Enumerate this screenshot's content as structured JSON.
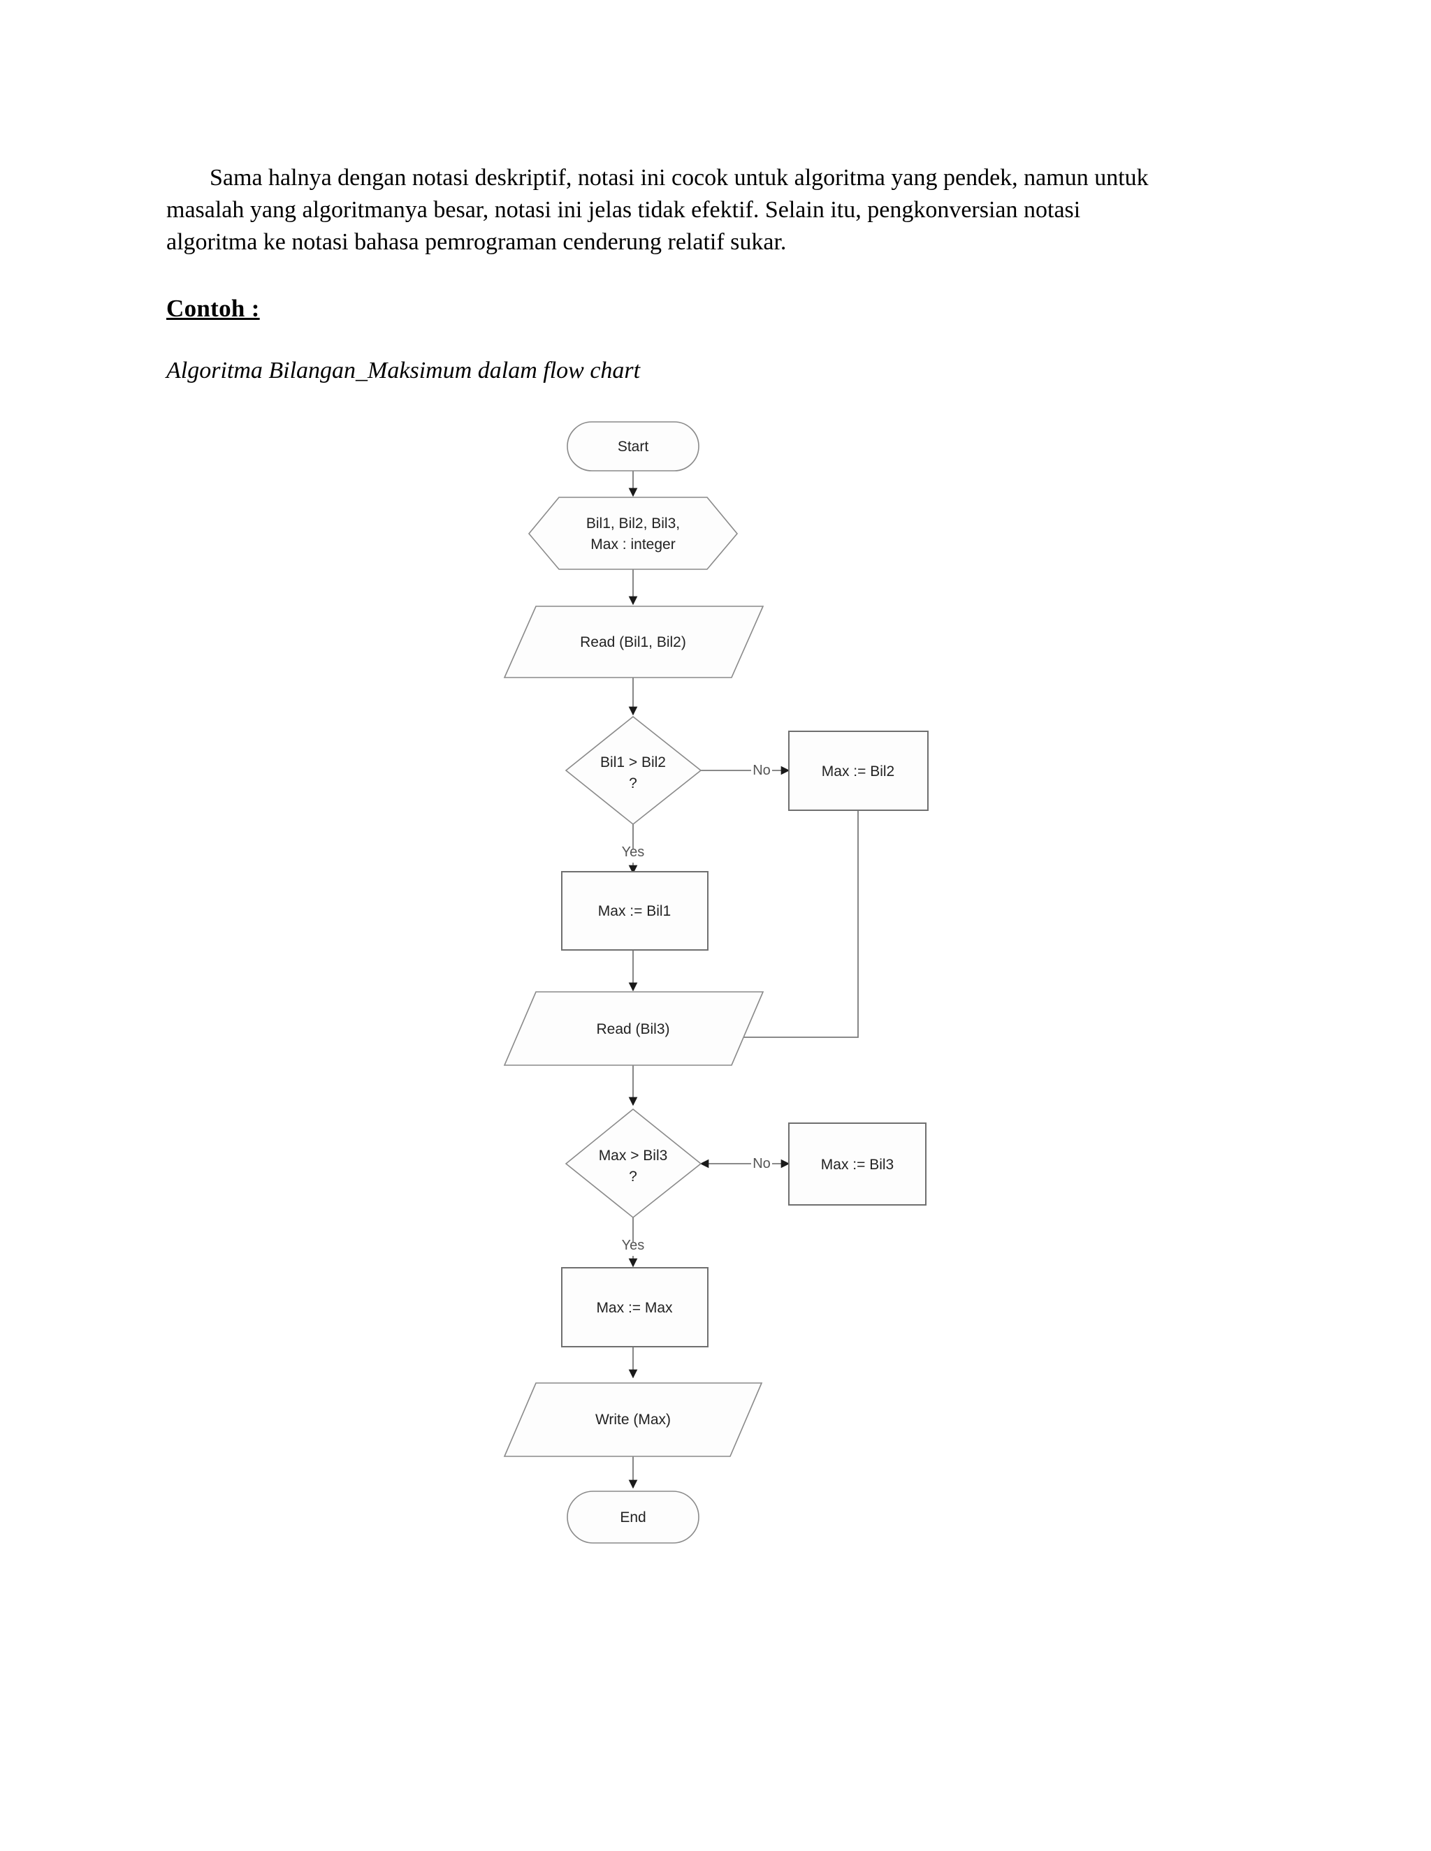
{
  "document": {
    "paragraph": "Sama halnya dengan notasi deskriptif, notasi ini cocok untuk algoritma yang pendek, namun untuk masalah yang algoritmanya besar, notasi ini jelas tidak efektif. Selain itu, pengkonversian notasi algoritma ke notasi bahasa pemrograman cenderung relatif sukar.",
    "heading": "Contoh :",
    "subtitle": "Algoritma Bilangan_Maksimum dalam flow chart"
  },
  "chart_data": {
    "type": "diagram",
    "title": "Algoritma Bilangan_Maksimum dalam flow chart",
    "nodes": [
      {
        "id": "start",
        "shape": "terminator",
        "label": "Start"
      },
      {
        "id": "declare",
        "shape": "preparation",
        "label_line1": "Bil1, Bil2, Bil3,",
        "label_line2": "Max : integer"
      },
      {
        "id": "read12",
        "shape": "io",
        "label": "Read (Bil1, Bil2)"
      },
      {
        "id": "dec1",
        "shape": "decision",
        "label_line1": "Bil1 > Bil2",
        "label_line2": "?"
      },
      {
        "id": "maxbil2",
        "shape": "process",
        "label": "Max := Bil2"
      },
      {
        "id": "maxbil1",
        "shape": "process",
        "label": "Max := Bil1"
      },
      {
        "id": "read3",
        "shape": "io",
        "label": "Read (Bil3)"
      },
      {
        "id": "dec2",
        "shape": "decision",
        "label_line1": "Max > Bil3",
        "label_line2": "?"
      },
      {
        "id": "maxbil3",
        "shape": "process",
        "label": "Max := Bil3"
      },
      {
        "id": "maxmax",
        "shape": "process",
        "label": "Max := Max"
      },
      {
        "id": "writemax",
        "shape": "io",
        "label": "Write (Max)"
      },
      {
        "id": "end",
        "shape": "terminator",
        "label": "End"
      }
    ],
    "edges": [
      {
        "from": "start",
        "to": "declare",
        "label": ""
      },
      {
        "from": "declare",
        "to": "read12",
        "label": ""
      },
      {
        "from": "read12",
        "to": "dec1",
        "label": ""
      },
      {
        "from": "dec1",
        "to": "maxbil2",
        "label": "No"
      },
      {
        "from": "dec1",
        "to": "maxbil1",
        "label": "Yes"
      },
      {
        "from": "maxbil1",
        "to": "read3",
        "label": ""
      },
      {
        "from": "maxbil2",
        "to": "read3",
        "label": ""
      },
      {
        "from": "read3",
        "to": "dec2",
        "label": ""
      },
      {
        "from": "dec2",
        "to": "maxbil3",
        "label": "No"
      },
      {
        "from": "dec2",
        "to": "maxmax",
        "label": "Yes"
      },
      {
        "from": "maxmax",
        "to": "writemax",
        "label": ""
      },
      {
        "from": "writemax",
        "to": "end",
        "label": ""
      }
    ],
    "edge_labels": {
      "no1": "No",
      "yes1": "Yes",
      "no2": "No",
      "yes2": "Yes"
    }
  },
  "colors": {
    "shape_stroke": "#8a8a8a",
    "shape_fill": "#fdfdfd",
    "connector": "#7a7a7a",
    "text": "#222222",
    "page_background": "#ffffff"
  }
}
